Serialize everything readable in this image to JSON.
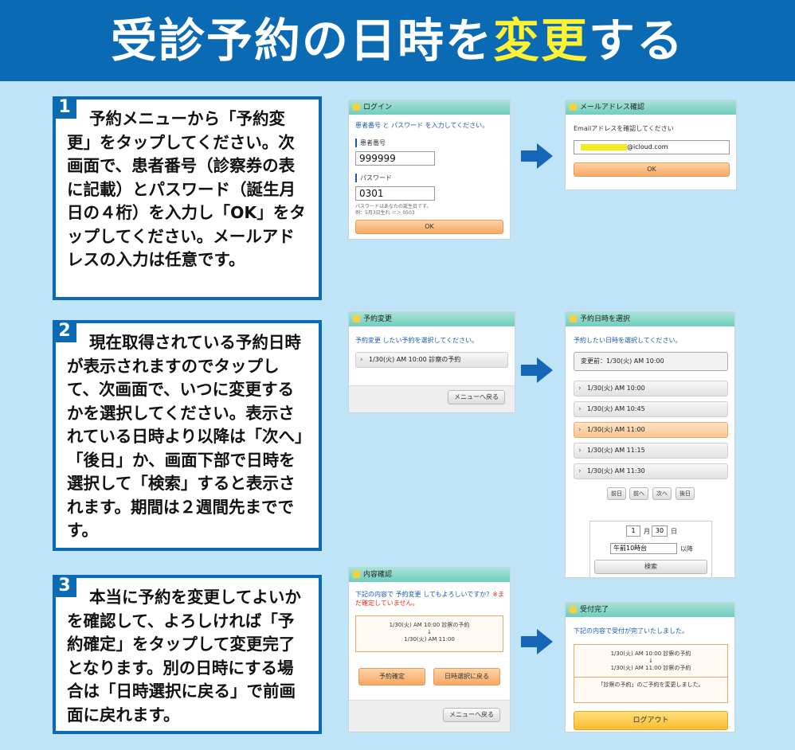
{
  "header": {
    "title_pre": "受診予約の日時を",
    "title_hl": "変更",
    "title_post": "する"
  },
  "steps": [
    {
      "num": "1",
      "text": "予約メニューから「予約変更」をタップしてください。次画面で、患者番号（診察券の表に記載）とパスワード（誕生月日の４桁）を入力し「OK」をタップしてください。メールアドレスの入力は任意です。"
    },
    {
      "num": "2",
      "text": "現在取得されている予約日時が表示されますのでタップして、次画面で、いつに変更するかを選択してください。表示されている日時より以降は「次へ」「後日」か、画面下部で日時を選択して「検索」すると表示されます。期間は２週間先までです。"
    },
    {
      "num": "3",
      "text": "本当に予約を変更してよいかを確認して、よろしければ「予約確定」をタップして変更完了となります。別の日時にする場合は「日時選択に戻る」で前画面に戻れます。"
    }
  ],
  "login": {
    "title": "ログイン",
    "prompt": "患者番号 と パスワード を入力してください。",
    "id_label": "患者番号",
    "id_value": "999999",
    "pw_label": "パスワード",
    "pw_value": "0301",
    "hint1": "パスワードはあなたの誕生日です。",
    "hint2": "例：5月3日生れ ＝＞ 0503",
    "ok": "OK"
  },
  "email": {
    "title": "メールアドレス確認",
    "prompt": "Emailアドレスを確認してください",
    "domain": "@icloud.com",
    "ok": "OK"
  },
  "change": {
    "title": "予約変更",
    "prompt": "予約変更 したい予約を選択してください。",
    "item": "1/30(火) AM 10:00 診察の予約",
    "menu": "メニューへ戻る"
  },
  "select": {
    "title": "予約日時を選択",
    "prompt": "予約したい日時を選択してください。",
    "before": "変更前：1/30(火) AM 10:00",
    "slots": [
      "1/30(火) AM 10:00",
      "1/30(火) AM 10:45",
      "1/30(火) AM 11:00",
      "1/30(火) AM 11:15",
      "1/30(火) AM 11:30"
    ],
    "nav": [
      "前日",
      "前へ",
      "次へ",
      "後日"
    ],
    "month": "1",
    "month_unit": "月",
    "day": "30",
    "day_unit": "日",
    "time": "午前10時台",
    "after": "以降",
    "search": "検索"
  },
  "confirm": {
    "title": "内容確認",
    "prompt_pre": "下記の内容で 予約変更 してもよろしいですか？",
    "prompt_warn": "※まだ確定していません。",
    "line1": "1/30(火) AM 10:00 診察の予約",
    "arrow": "↓",
    "line2": "1/30(火) AM 11:00",
    "confirm_btn": "予約確定",
    "back_btn": "日時選択に戻る",
    "menu": "メニューへ戻る"
  },
  "done": {
    "title": "受付完了",
    "prompt": "下記の内容で受付が完了いたしました。",
    "line1": "1/30(火) AM 10:00 診察の予約",
    "arrow": "↓",
    "line2": "1/30(火) AM 11:00 診察の予約",
    "note": "「診察の予約」のご予約を変更しました。",
    "logout": "ログアウト"
  },
  "colors": {
    "header": "#0a6ab4",
    "background": "#bfe4f7",
    "highlight": "#fff233",
    "arrow": "#1565b8"
  }
}
